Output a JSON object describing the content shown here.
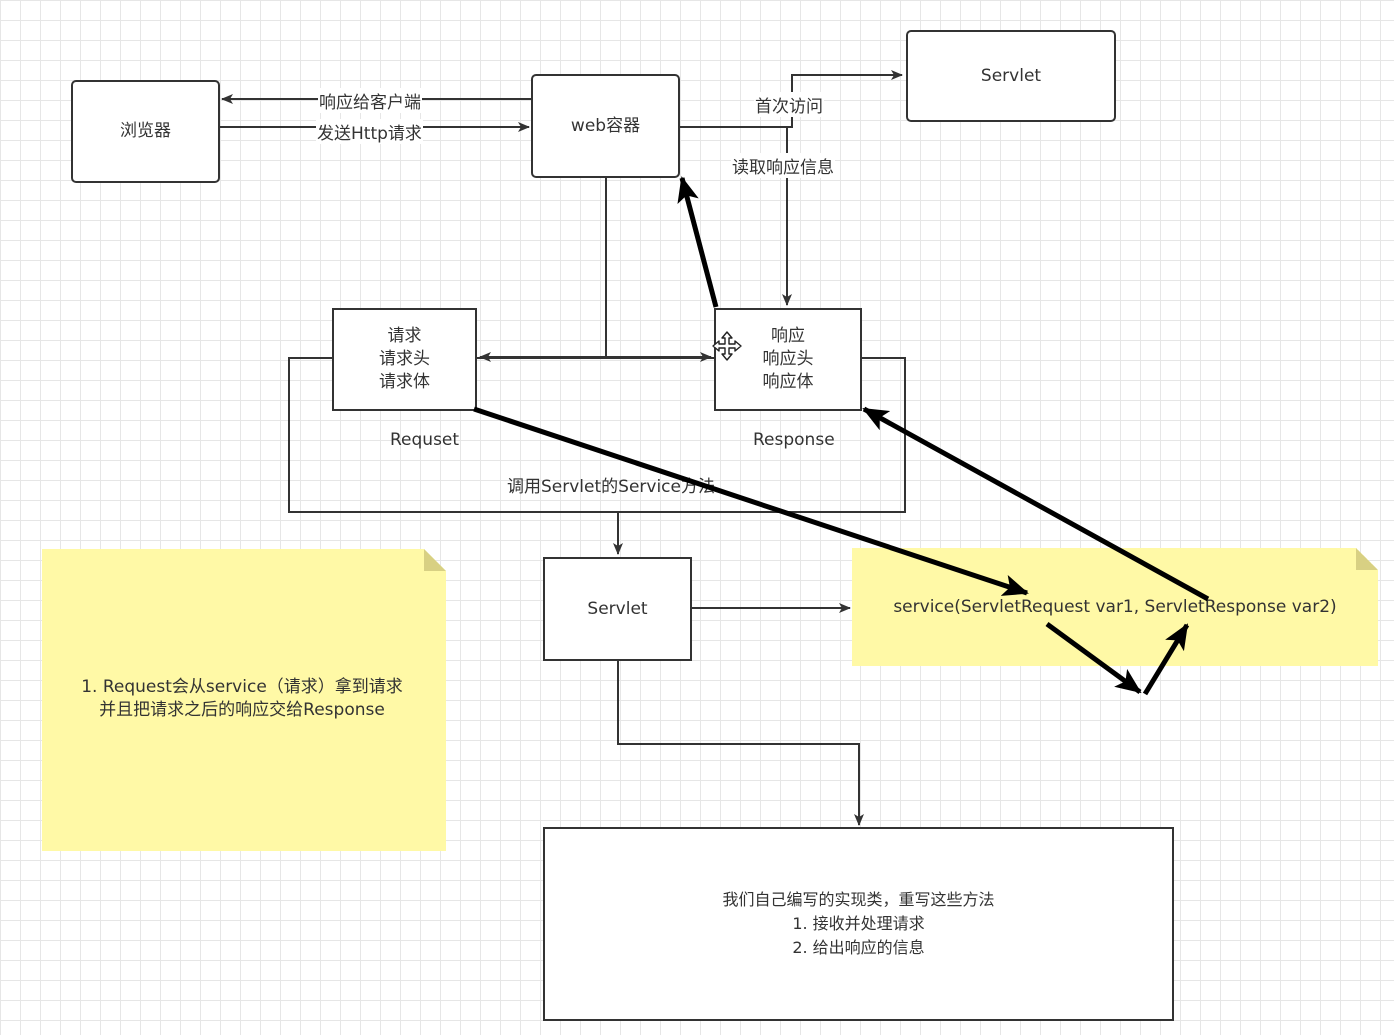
{
  "nodes": {
    "browser": "浏览器",
    "web_container": "web容器",
    "servlet_top": "Servlet",
    "request_box": [
      "请求",
      "请求头",
      "请求体"
    ],
    "response_box": [
      "响应",
      "响应头",
      "响应体"
    ],
    "servlet_mid": "Servlet",
    "impl_box": [
      "我们自己编写的实现类，重写这些方法",
      "1. 接收并处理请求",
      "2. 给出响应的信息"
    ]
  },
  "labels": {
    "respond_to_client": "响应给客户端",
    "send_http": "发送Http请求",
    "first_visit": "首次访问",
    "read_response": "读取响应信息",
    "request_caption": "Requset",
    "response_caption": "Response",
    "call_service": "调用Servlet的Service方法"
  },
  "notes": {
    "left": [
      "1. Request会从service（请求）拿到请求",
      "并且把请求之后的响应交给Response"
    ],
    "right": "service(ServletRequest var1, ServletResponse var2)"
  },
  "colors": {
    "grid": "#e6e6e6",
    "stroke": "#333333",
    "note_fill": "#fff9a6",
    "annotation": "#000000"
  },
  "icons": {
    "cursor": "move-cursor-icon"
  }
}
